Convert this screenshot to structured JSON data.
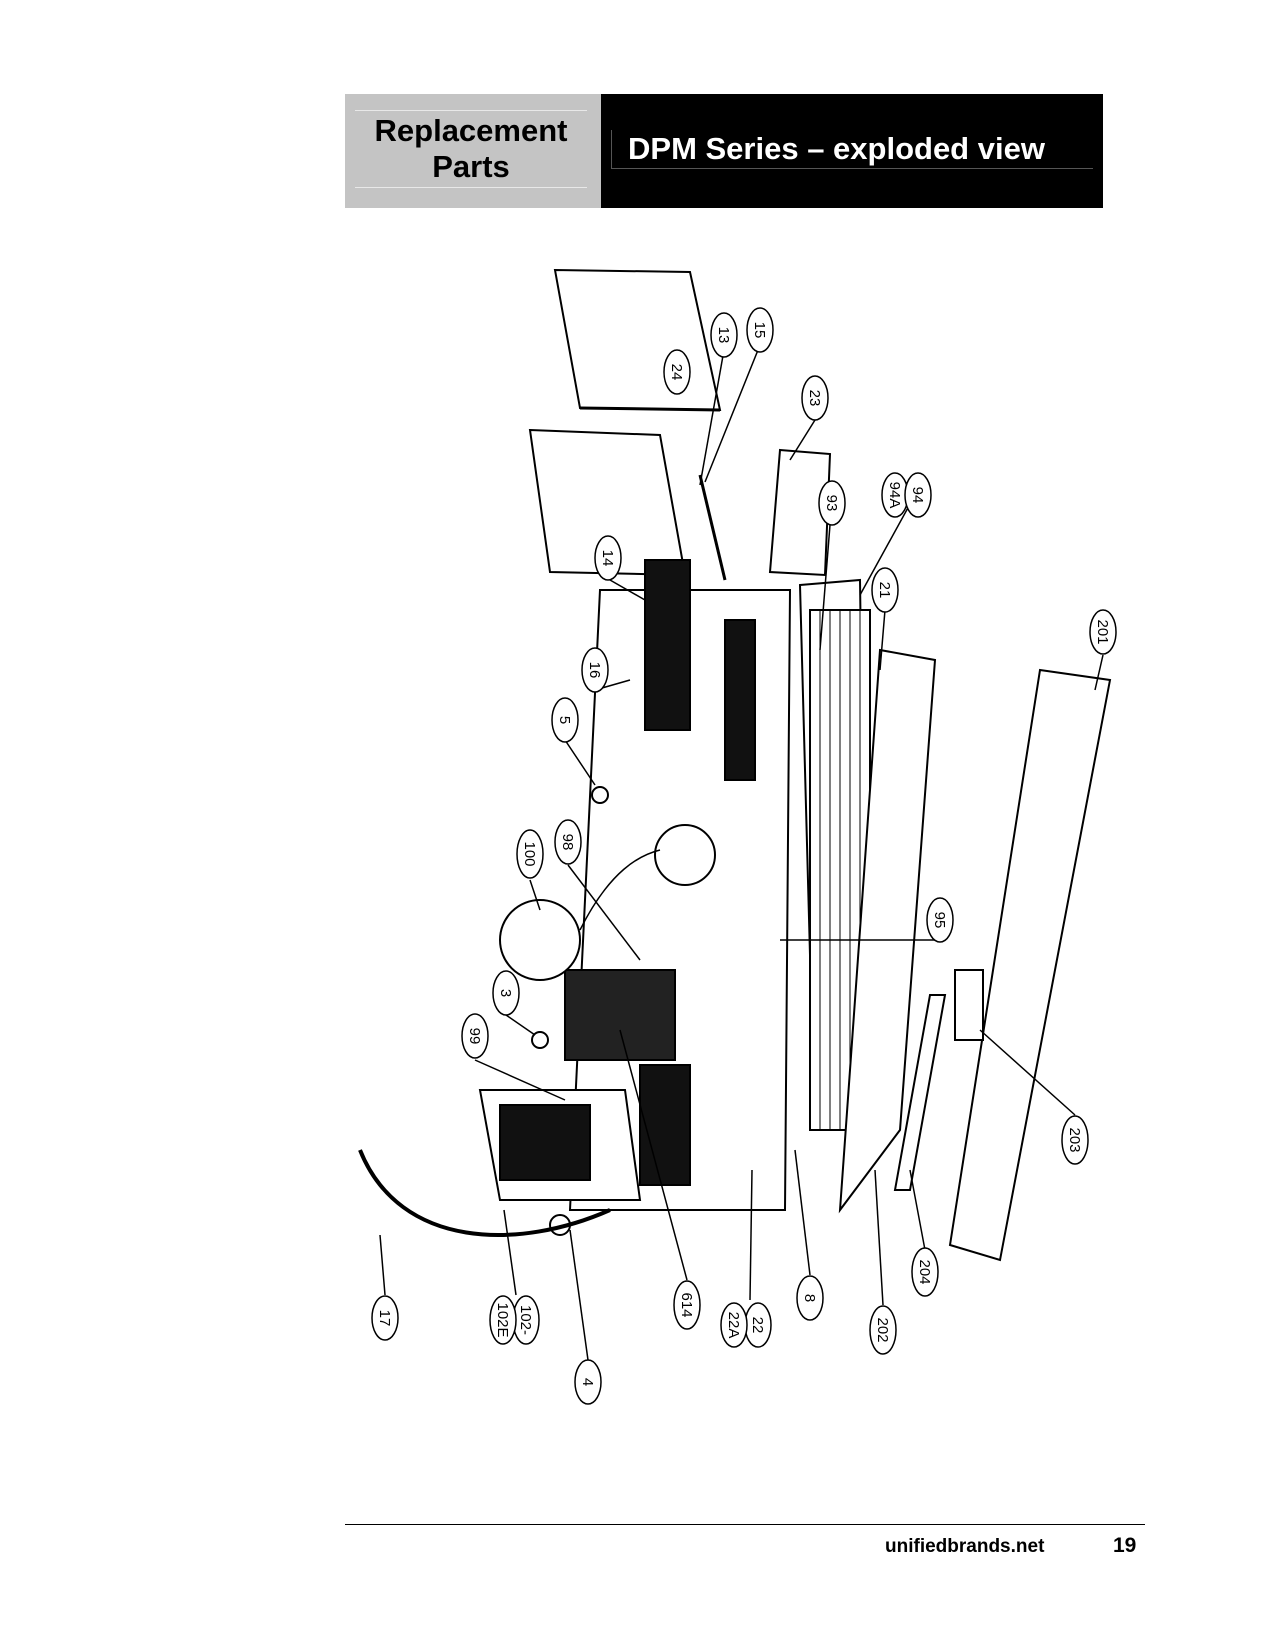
{
  "header": {
    "section_line1": "Replacement",
    "section_line2": "Parts",
    "title": "DPM Series – exploded view"
  },
  "callouts": {
    "c24": "24",
    "c13": "13",
    "c15": "15",
    "c23": "23",
    "c93": "93",
    "c94": "94",
    "c94a": "94A",
    "c14": "14",
    "c21": "21",
    "c201": "201",
    "c16": "16",
    "c5": "5",
    "c100": "100",
    "c98": "98",
    "c95": "95",
    "c3": "3",
    "c99": "99",
    "c203": "203",
    "c204": "204",
    "c8": "8",
    "c202": "202",
    "c22": "22",
    "c22a": "22A",
    "c614": "614",
    "c102": "102-",
    "c102e": "102E",
    "c4": "4",
    "c17": "17"
  },
  "footer": {
    "site": "unifiedbrands.net",
    "page_number": "19"
  }
}
